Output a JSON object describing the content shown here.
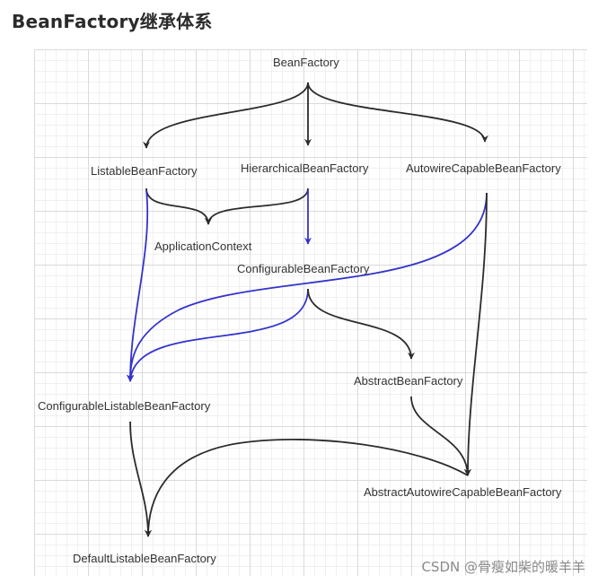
{
  "title": "BeanFactory继承体系",
  "nodes": {
    "bean_factory": "BeanFactory",
    "listable_bean_factory": "ListableBeanFactory",
    "hierarchical_bean_factory": "HierarchicalBeanFactory",
    "autowire_capable_bean_factory": "AutowireCapableBeanFactory",
    "application_context": "ApplicationContext",
    "configurable_bean_factory": "ConfigurableBeanFactory",
    "abstract_bean_factory": "AbstractBeanFactory",
    "configurable_listable_bean_factory": "ConfigurableListableBeanFactory",
    "abstract_autowire_capable_bean_factory": "AbstractAutowireCapableBeanFactory",
    "default_listable_bean_factory": "DefaultListableBeanFactory"
  },
  "edges": [
    {
      "from": "BeanFactory",
      "to": "ListableBeanFactory",
      "color": "#2b2b2b"
    },
    {
      "from": "BeanFactory",
      "to": "HierarchicalBeanFactory",
      "color": "#2b2b2b"
    },
    {
      "from": "BeanFactory",
      "to": "AutowireCapableBeanFactory",
      "color": "#2b2b2b"
    },
    {
      "from": "ListableBeanFactory",
      "to": "ApplicationContext",
      "color": "#2b2b2b"
    },
    {
      "from": "HierarchicalBeanFactory",
      "to": "ApplicationContext",
      "color": "#2b2b2b"
    },
    {
      "from": "HierarchicalBeanFactory",
      "to": "ConfigurableBeanFactory",
      "color": "#3333cc"
    },
    {
      "from": "ListableBeanFactory",
      "to": "ConfigurableListableBeanFactory",
      "color": "#3333cc"
    },
    {
      "from": "AutowireCapableBeanFactory",
      "to": "ConfigurableListableBeanFactory",
      "color": "#3333cc"
    },
    {
      "from": "ConfigurableBeanFactory",
      "to": "ConfigurableListableBeanFactory",
      "color": "#3333cc"
    },
    {
      "from": "ConfigurableBeanFactory",
      "to": "AbstractBeanFactory",
      "color": "#2b2b2b"
    },
    {
      "from": "AbstractBeanFactory",
      "to": "AbstractAutowireCapableBeanFactory",
      "color": "#2b2b2b"
    },
    {
      "from": "AutowireCapableBeanFactory",
      "to": "AbstractAutowireCapableBeanFactory",
      "color": "#2b2b2b"
    },
    {
      "from": "ConfigurableListableBeanFactory",
      "to": "DefaultListableBeanFactory",
      "color": "#2b2b2b"
    },
    {
      "from": "AbstractAutowireCapableBeanFactory",
      "to": "DefaultListableBeanFactory",
      "color": "#2b2b2b"
    }
  ],
  "colors": {
    "black_edge": "#2b2b2b",
    "blue_edge": "#3333cc",
    "grid": "#dadada"
  },
  "watermark": "CSDN @骨瘦如柴的暖羊羊"
}
